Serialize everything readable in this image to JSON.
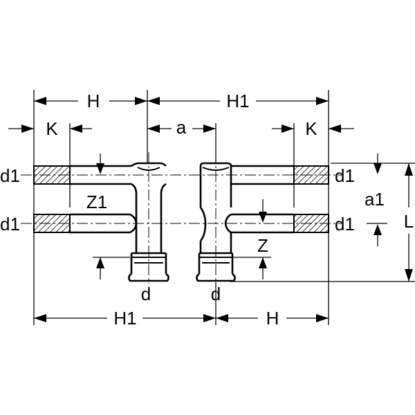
{
  "labels": {
    "H_top": "H",
    "H1_top": "H1",
    "K_left": "K",
    "a_top": "a",
    "K_right": "K",
    "d1_left_upper": "d1",
    "d1_left_lower": "d1",
    "Z1": "Z1",
    "d1_right_upper": "d1",
    "d1_right_lower": "d1",
    "a1": "a1",
    "L": "L",
    "Z": "Z",
    "d_left": "d",
    "d_right": "d",
    "H1_bottom": "H1",
    "H_bottom": "H"
  }
}
